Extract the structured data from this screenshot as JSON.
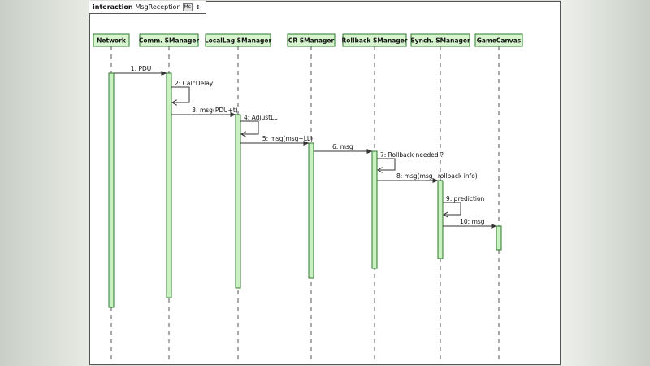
{
  "frame": {
    "keyword": "interaction",
    "name": "MsgReception",
    "button_label": "Ms",
    "arrow": "↕"
  },
  "colors": {
    "lifeline_fill": "#d6f5cf",
    "lifeline_border": "#2b7a2b",
    "activation_fill": "#c8f0c0",
    "line": "#333333",
    "frame_border": "#555555"
  },
  "lifelines": [
    {
      "id": "network",
      "label": "Network"
    },
    {
      "id": "comm",
      "label": "Comm. SManager"
    },
    {
      "id": "locallag",
      "label": "LocalLag SManager"
    },
    {
      "id": "cr",
      "label": "CR SManager"
    },
    {
      "id": "rollback",
      "label": "Rollback SManager"
    },
    {
      "id": "synch",
      "label": "Synch. SManager"
    },
    {
      "id": "gamecanvas",
      "label": "GameCanvas"
    }
  ],
  "messages": [
    {
      "label": "1: PDU",
      "from": "network",
      "to": "comm"
    },
    {
      "label": "2: CalcDelay",
      "from": "comm",
      "to": "comm",
      "self": true
    },
    {
      "label": "3: msg(PDU+t)",
      "from": "comm",
      "to": "locallag"
    },
    {
      "label": "4: AdjustLL",
      "from": "locallag",
      "to": "locallag",
      "self": true
    },
    {
      "label": "5: msg(msg+LL)",
      "from": "locallag",
      "to": "cr"
    },
    {
      "label": "6: msg",
      "from": "cr",
      "to": "rollback"
    },
    {
      "label": "7: Rollback needed ?",
      "from": "rollback",
      "to": "rollback",
      "self": true
    },
    {
      "label": "8: msg(msg+rollback info)",
      "from": "rollback",
      "to": "synch"
    },
    {
      "label": "9: prediction",
      "from": "synch",
      "to": "synch",
      "self": true
    },
    {
      "label": "10: msg",
      "from": "synch",
      "to": "gamecanvas"
    }
  ]
}
